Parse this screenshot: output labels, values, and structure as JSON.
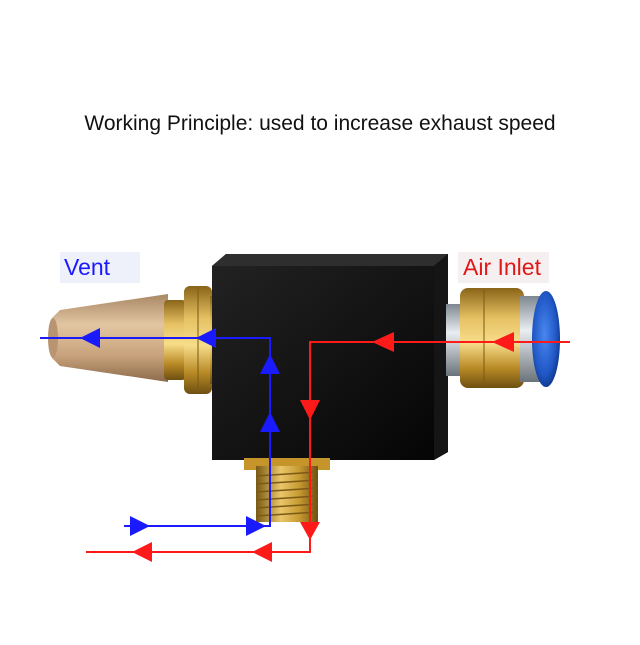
{
  "caption": "Working Principle: used to increase exhaust speed",
  "labels": {
    "vent": "Vent",
    "air_inlet": "Air Inlet"
  },
  "colors": {
    "vent_flow": "#1a1aff",
    "inlet_flow": "#ff1a1a",
    "body": "#0d0d0d",
    "brass": "#c99a2e",
    "muffler": "#c9a47e",
    "push_ring": "#1f57c4"
  }
}
